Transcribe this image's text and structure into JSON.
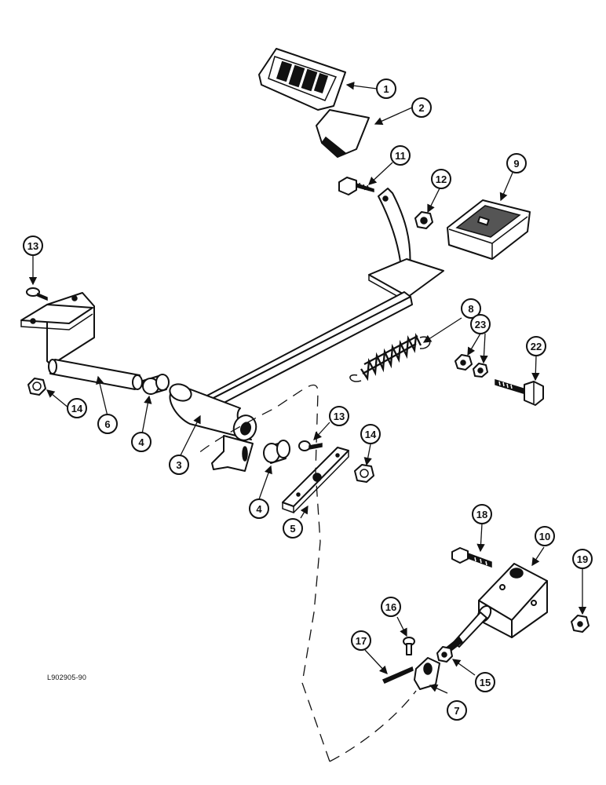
{
  "figure_code": "L902905-90",
  "callouts": [
    "1",
    "2",
    "3",
    "4",
    "4",
    "5",
    "6",
    "7",
    "8",
    "9",
    "10",
    "11",
    "12",
    "13",
    "13",
    "14",
    "14",
    "15",
    "16",
    "17",
    "18",
    "19",
    "22",
    "23"
  ]
}
